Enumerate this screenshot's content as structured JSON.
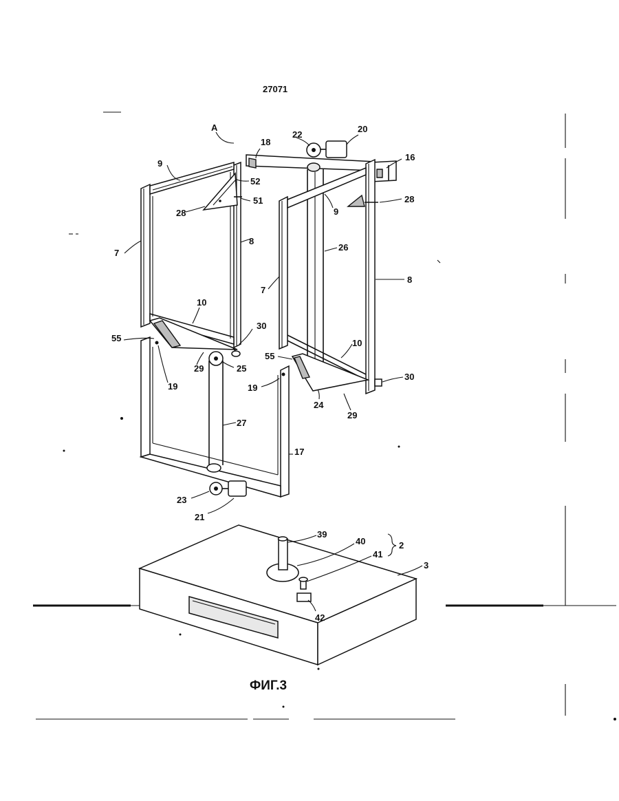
{
  "document": {
    "number": "27071"
  },
  "figure": {
    "caption": "ФИГ.3"
  },
  "labels": {
    "A": "A",
    "n2": "2",
    "n3": "3",
    "n7a": "7",
    "n7b": "7",
    "n8a": "8",
    "n8b": "8",
    "n9a": "9",
    "n9b": "9",
    "n10a": "10",
    "n10b": "10",
    "n16": "16",
    "n17": "17",
    "n18": "18",
    "n19a": "19",
    "n19b": "19",
    "n20": "20",
    "n21": "21",
    "n22": "22",
    "n23": "23",
    "n24": "24",
    "n25": "25",
    "n26": "26",
    "n27": "27",
    "n28a": "28",
    "n28b": "28",
    "n29a": "29",
    "n29b": "29",
    "n30a": "30",
    "n30b": "30",
    "n39": "39",
    "n40": "40",
    "n41": "41",
    "n42": "42",
    "n51": "51",
    "n52": "52",
    "n55a": "55",
    "n55b": "55"
  }
}
